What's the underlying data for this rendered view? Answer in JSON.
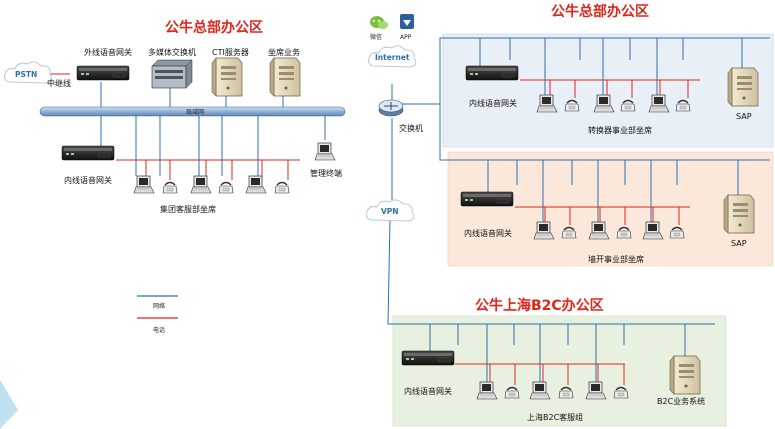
{
  "regions": {
    "hq_left_title": "公牛总部办公区",
    "hq_right_title": "公牛总部办公区",
    "shanghai_title": "公牛上海B2C办公区"
  },
  "clouds": {
    "pstn": "PSTN",
    "internet": "Internet",
    "vpn": "VPN"
  },
  "labels": {
    "wechat": "微信",
    "app": "APP",
    "trunk": "中继线",
    "ext_gateway": "外线语音网关",
    "media_switch": "多媒体交换机",
    "cti_server": "CTI服务器",
    "seat_service": "坐席业务",
    "lan": "局域网",
    "switch": "交换机",
    "admin_terminal": "管理终端",
    "int_gateway_left": "内线语音网关",
    "group_seats": "集团客服部坐席",
    "int_gateway_r1": "内线语音网关",
    "converter_seats": "转换器事业部坐席",
    "sap1": "SAP",
    "int_gateway_r2": "内线语音网关",
    "wall_switch_seats": "墙开事业部坐席",
    "sap2": "SAP",
    "int_gateway_sh": "内线语音网关",
    "sh_seats": "上海B2C客服组",
    "b2c_system": "B2C业务系统"
  },
  "legend": {
    "network": "网络",
    "phone": "电话"
  },
  "colors": {
    "title_red": "#e0261b",
    "network_blue": "#2f6fb0",
    "phone_red": "#e0261b",
    "panel_blue": "#e9eff7",
    "panel_peach": "#fbe8da",
    "panel_green": "#e8f1df"
  }
}
